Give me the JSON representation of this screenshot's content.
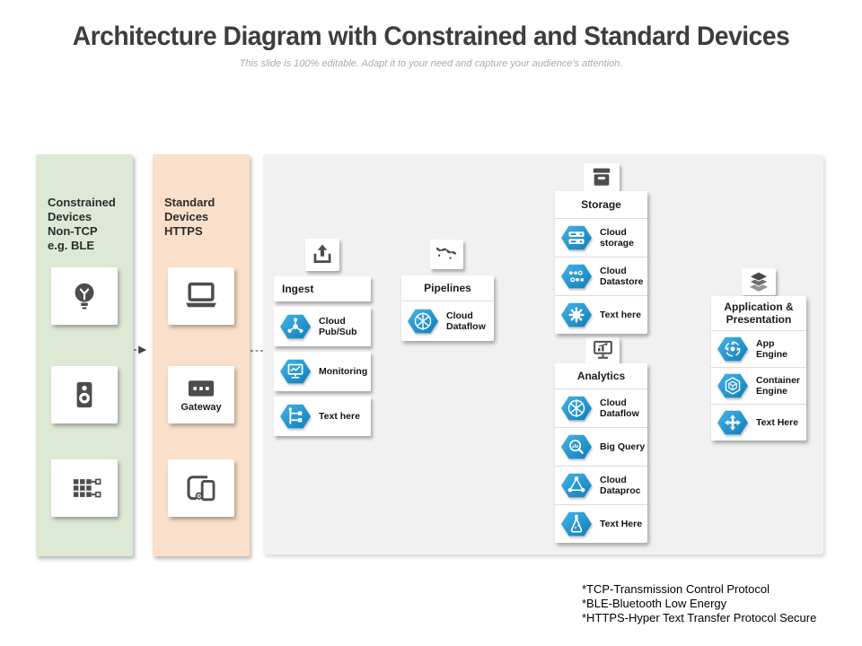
{
  "header": {
    "title": "Architecture Diagram with Constrained and Standard Devices",
    "subtitle": "This slide is 100% editable. Adapt it to your need and capture your audience's attention."
  },
  "constrained_panel": {
    "label": "Constrained\nDevices\nNon-TCP\ne.g. BLE",
    "icons": [
      "lightbulb-icon",
      "speaker-icon",
      "circuit-device-icon"
    ]
  },
  "standard_panel": {
    "label": "Standard\nDevices\nHTTPS",
    "gateway_label": "Gateway",
    "icons": [
      "laptop-icon",
      "gateway-dots-icon",
      "mobile-devices-icon"
    ]
  },
  "groups": {
    "ingest": {
      "title": "Ingest",
      "top_icon": "upload-icon",
      "items": [
        {
          "label": "Cloud Pub/Sub",
          "icon": "pubsub-hexagon-icon"
        },
        {
          "label": "Monitoring",
          "icon": "monitoring-hexagon-icon"
        },
        {
          "label": "Text here",
          "icon": "flow-hexagon-icon"
        }
      ]
    },
    "pipelines": {
      "title": "Pipelines",
      "top_icon": "pipeline-icon",
      "items": [
        {
          "label": "Cloud Dataflow",
          "icon": "dataflow-hexagon-icon"
        }
      ]
    },
    "storage": {
      "title": "Storage",
      "top_icon": "archive-box-icon",
      "items": [
        {
          "label": "Cloud storage",
          "icon": "storage-hexagon-icon"
        },
        {
          "label": "Cloud Datastore",
          "icon": "datastore-hexagon-icon"
        },
        {
          "label": "Text here",
          "icon": "gear-hexagon-icon"
        }
      ]
    },
    "analytics": {
      "title": "Analytics",
      "top_icon": "monitor-chart-icon",
      "items": [
        {
          "label": "Cloud Dataflow",
          "icon": "dataflow-hexagon-icon"
        },
        {
          "label": "Big Query",
          "icon": "bigquery-hexagon-icon"
        },
        {
          "label": "Cloud Dataproc",
          "icon": "dataproc-hexagon-icon"
        },
        {
          "label": "Text Here",
          "icon": "flask-hexagon-icon"
        }
      ]
    },
    "application": {
      "title": "Application & Presentation",
      "top_icon": "layers-icon",
      "items": [
        {
          "label": "App Engine",
          "icon": "appengine-hexagon-icon"
        },
        {
          "label": "Container Engine",
          "icon": "container-hexagon-icon"
        },
        {
          "label": "Text Here",
          "icon": "move-arrows-hexagon-icon"
        }
      ]
    }
  },
  "footnotes": [
    "*TCP-Transmission Control Protocol",
    "*BLE-Bluetooth Low Energy",
    "*HTTPS-Hyper Text Transfer Protocol Secure"
  ],
  "colors": {
    "constrained_bg": "#dde9d4",
    "standard_bg": "#fadfca",
    "canvas_bg": "#f1f1f1",
    "hex_blue_light": "#45b4e6",
    "hex_blue_dark": "#0d7dbd",
    "icon_dark": "#4d4d4d"
  }
}
